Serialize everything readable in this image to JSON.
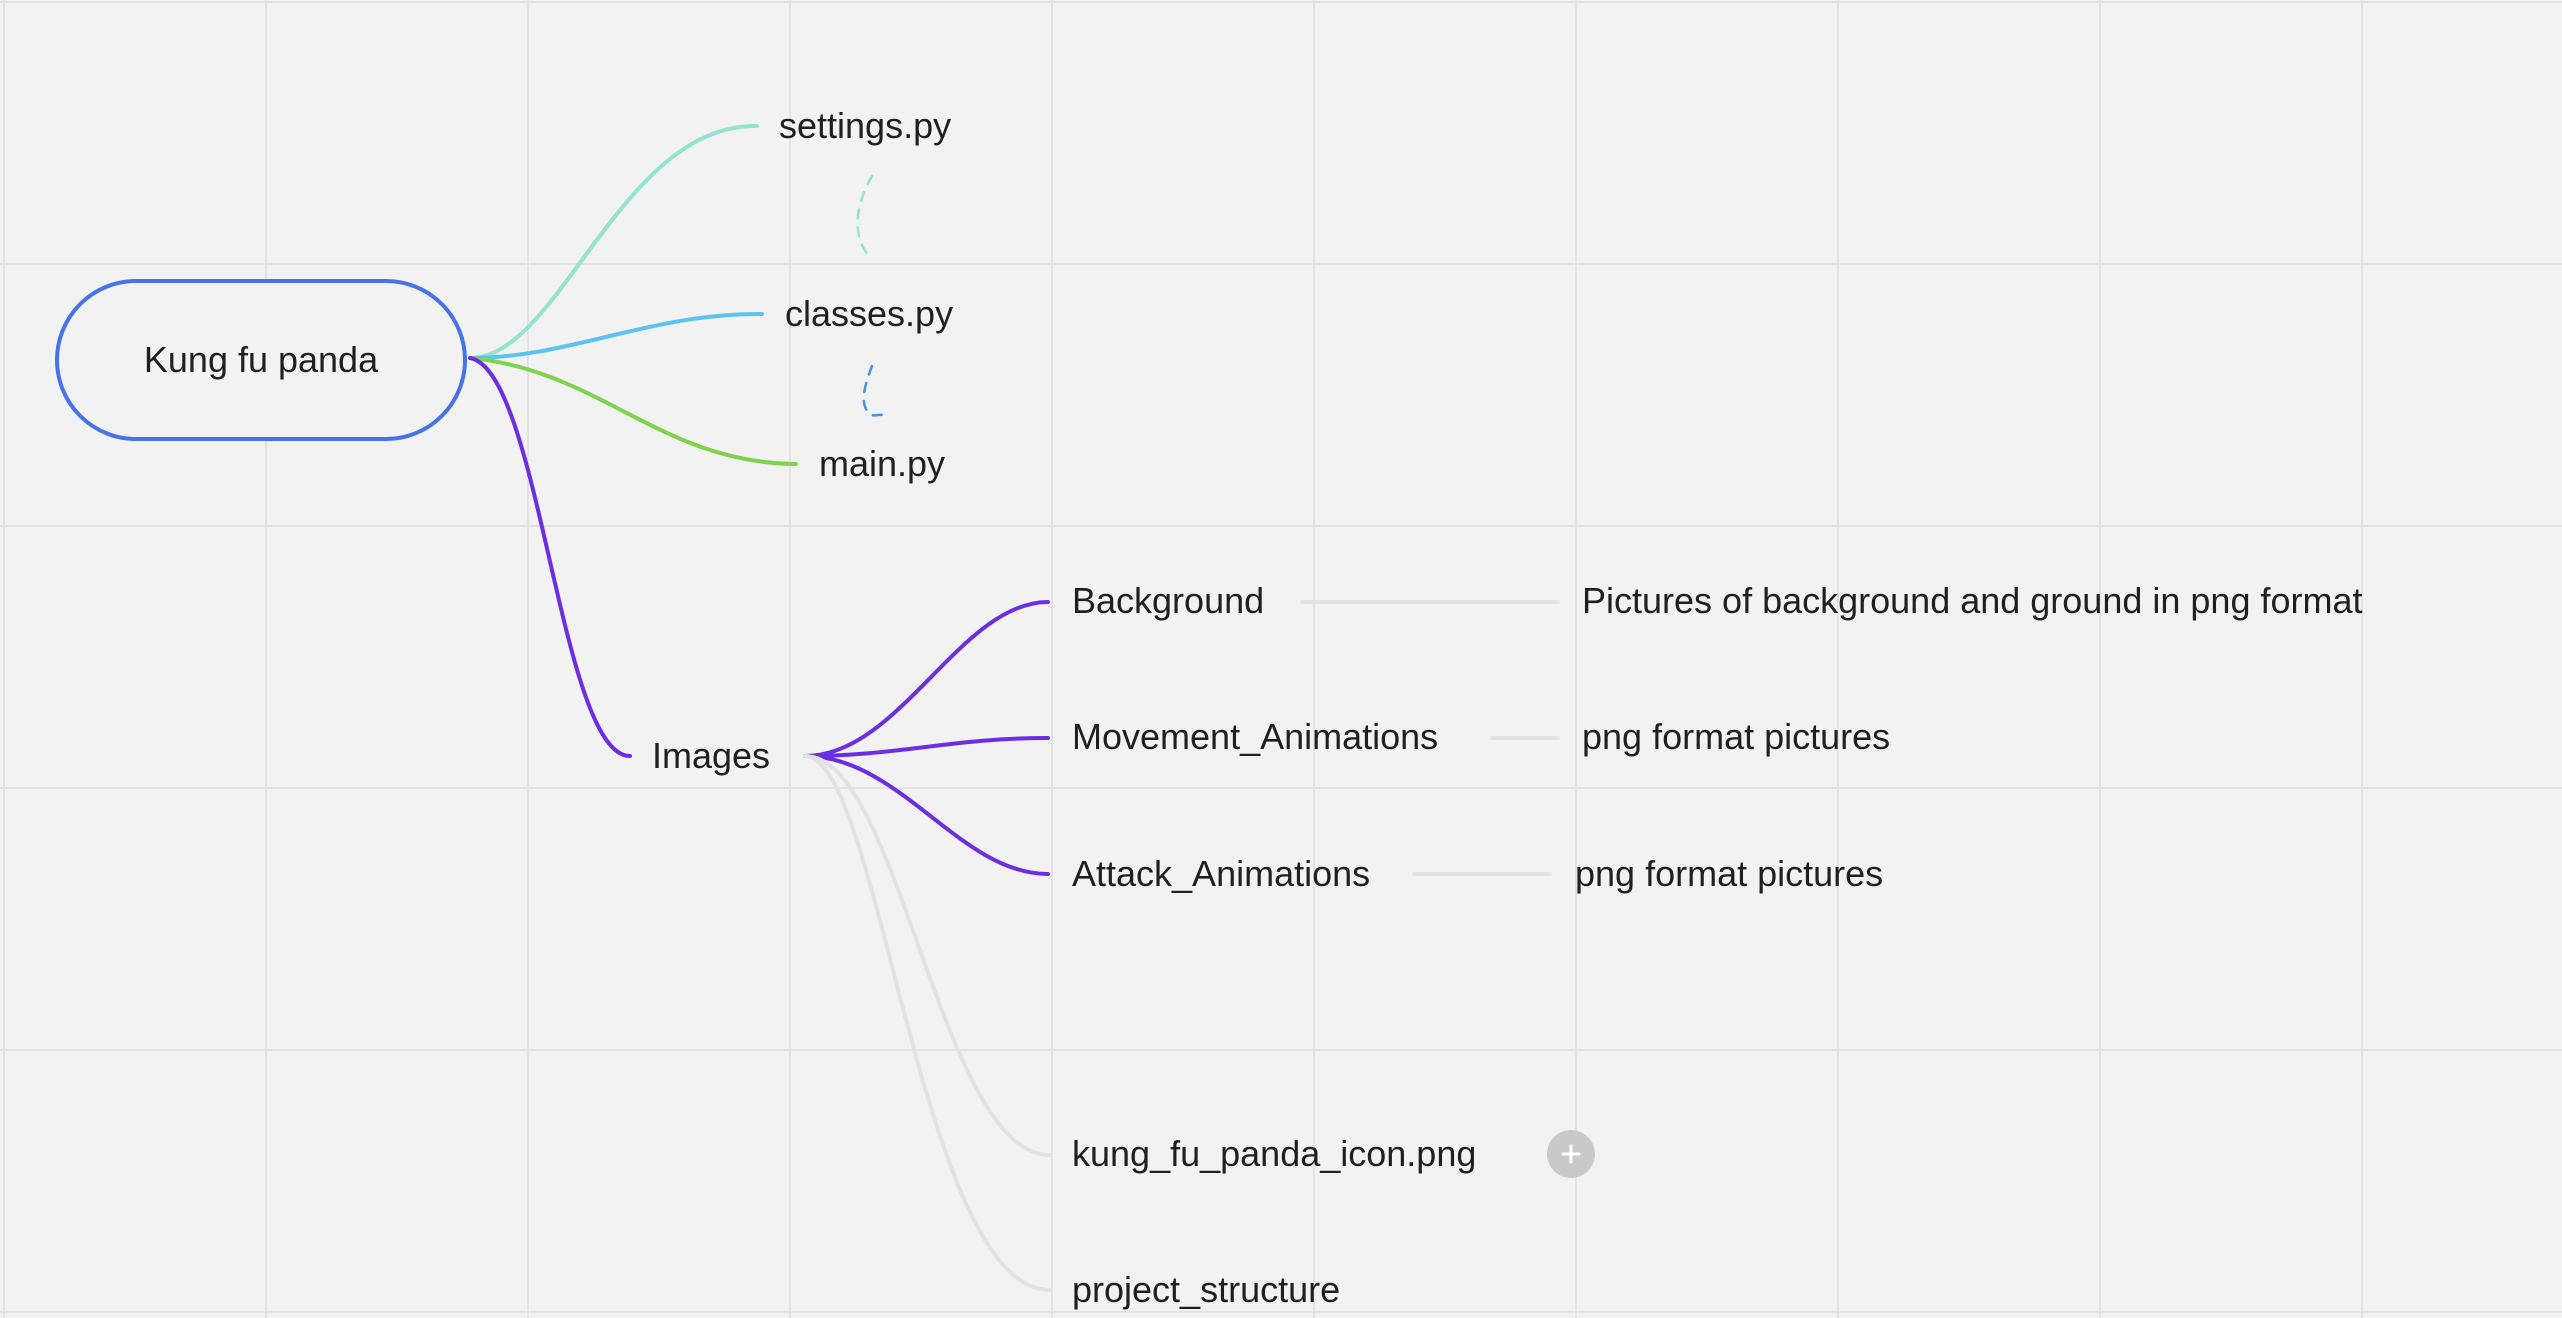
{
  "mindmap": {
    "root": {
      "label": "Kung fu panda",
      "color": "#4674e8"
    },
    "files": [
      {
        "id": "settings",
        "label": "settings.py",
        "color": "#93e3cf"
      },
      {
        "id": "classes",
        "label": "classes.py",
        "color": "#5ec2f0"
      },
      {
        "id": "main",
        "label": "main.py",
        "color": "#7ed24c"
      }
    ],
    "images": {
      "label": "Images",
      "color": "#6c2ee0",
      "children": [
        {
          "id": "background",
          "label": "Background",
          "note": "Pictures of background and ground in png format"
        },
        {
          "id": "movement",
          "label": "Movement_Animations",
          "note": "png format pictures"
        },
        {
          "id": "attack",
          "label": "Attack_Animations",
          "note": "png format pictures"
        }
      ],
      "extra_children": [
        {
          "id": "icon",
          "label": "kung_fu_panda_icon.png"
        },
        {
          "id": "structure",
          "label": "project_structure"
        }
      ]
    },
    "muted_line_color": "#e2e2e2",
    "add_icon": "plus-icon"
  }
}
